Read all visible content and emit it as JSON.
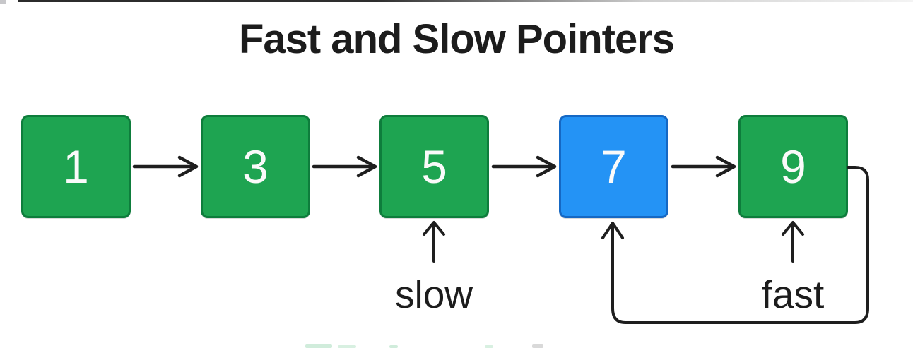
{
  "title": "Fast and Slow Pointers",
  "theme": {
    "background": "#ffffff",
    "node_green": "#1ea451",
    "node_green_border": "#0e7d3c",
    "node_blue": "#2493f5",
    "node_blue_border": "#1568c4",
    "node_text": "#fafafa",
    "ink": "#1e1e1e"
  },
  "diagram": {
    "nodes": [
      {
        "value": "1",
        "color": "green"
      },
      {
        "value": "3",
        "color": "green"
      },
      {
        "value": "5",
        "color": "green"
      },
      {
        "value": "7",
        "color": "blue"
      },
      {
        "value": "9",
        "color": "green"
      }
    ],
    "links": [
      {
        "from": "1",
        "to": "3"
      },
      {
        "from": "3",
        "to": "5"
      },
      {
        "from": "5",
        "to": "7"
      },
      {
        "from": "7",
        "to": "9"
      },
      {
        "from": "9",
        "to": "7",
        "type": "cycle"
      }
    ],
    "pointers": {
      "slow": {
        "label": "slow",
        "points_to": "5"
      },
      "fast": {
        "label": "fast",
        "points_to": "9"
      }
    }
  }
}
